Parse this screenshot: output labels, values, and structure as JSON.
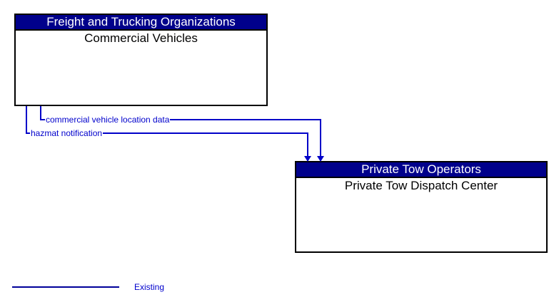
{
  "diagram": {
    "entities": [
      {
        "header": "Freight and Trucking Organizations",
        "name": "Commercial Vehicles"
      },
      {
        "header": "Private Tow Operators",
        "name": "Private Tow Dispatch Center"
      }
    ],
    "flows": [
      {
        "label": "commercial vehicle location data",
        "from": "Commercial Vehicles",
        "to": "Private Tow Dispatch Center",
        "status": "Existing"
      },
      {
        "label": "hazmat notification",
        "from": "Commercial Vehicles",
        "to": "Private Tow Dispatch Center",
        "status": "Existing"
      }
    ],
    "legend": {
      "label": "Existing"
    },
    "colors": {
      "header_bg": "#00008B",
      "header_text": "#FFFFFF",
      "flow": "#0000C8",
      "label": "#0000CC",
      "legend_line": "#000099",
      "border": "#000000"
    }
  }
}
